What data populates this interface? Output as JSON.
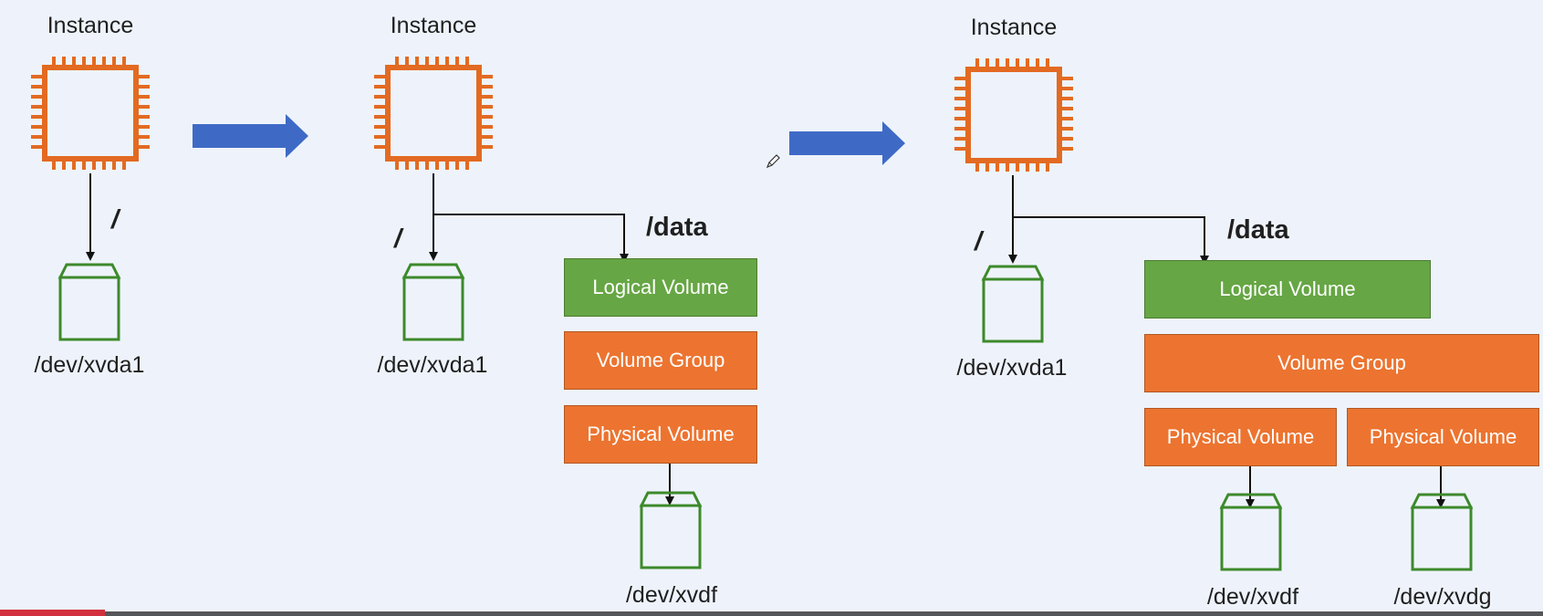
{
  "stages": [
    {
      "instance_title": "Instance",
      "root_mount": "/",
      "root_device": "/dev/xvda1"
    },
    {
      "instance_title": "Instance",
      "root_mount": "/",
      "root_device": "/dev/xvda1",
      "data_mount": "/data",
      "logical_volume": "Logical Volume",
      "volume_group": "Volume Group",
      "physical_volumes": [
        "Physical Volume"
      ],
      "data_devices": [
        "/dev/xvdf"
      ]
    },
    {
      "instance_title": "Instance",
      "root_mount": "/",
      "root_device": "/dev/xvda1",
      "data_mount": "/data",
      "logical_volume": "Logical Volume",
      "volume_group": "Volume Group",
      "physical_volumes": [
        "Physical Volume",
        "Physical Volume"
      ],
      "data_devices": [
        "/dev/xvdf",
        "/dev/xvdg"
      ]
    }
  ],
  "colors": {
    "background": "#eef3fb",
    "instance_orange": "#e36a22",
    "lv_green": "#66a644",
    "lvm_orange": "#ec7430",
    "volume_green": "#3d8a2b",
    "arrow_blue": "#3e6ac6"
  },
  "icons": {
    "instance": "chip-icon",
    "volume": "ebs-volume-icon",
    "progress_arrow": "right-arrow-icon",
    "cursor": "pen-cursor-icon"
  }
}
